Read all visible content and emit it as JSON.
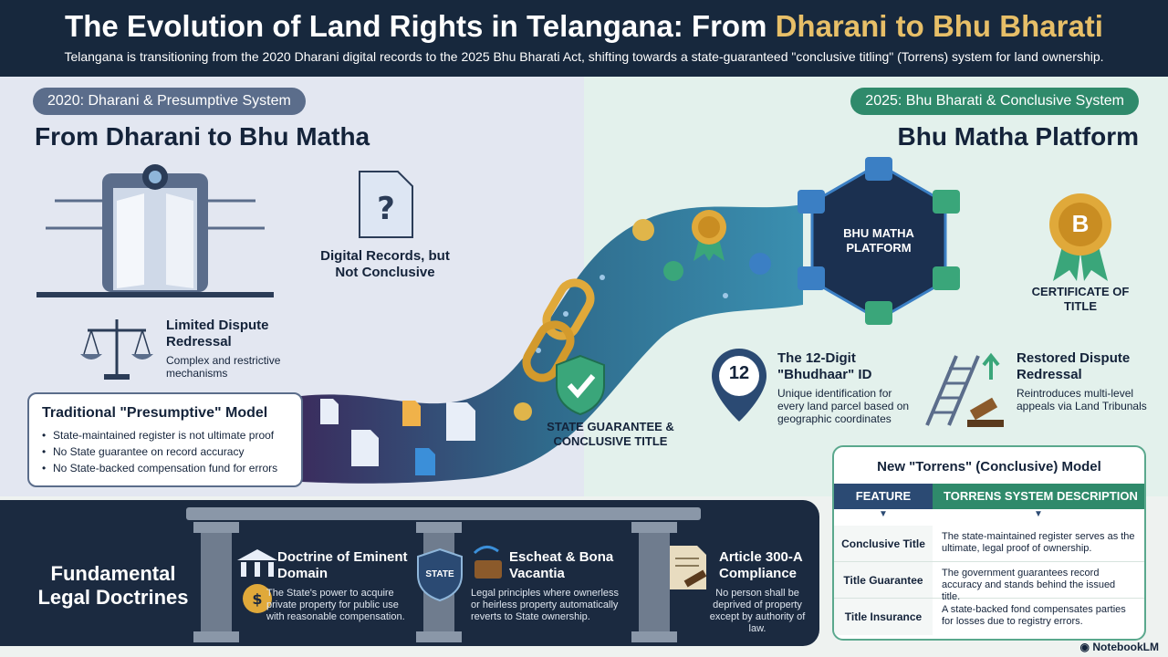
{
  "header": {
    "title_main": "The Evolution of Land Rights in Telangana: From ",
    "title_highlight": "Dharani to Bhu Bharati",
    "subtitle": "Telangana is transitioning from the 2020 Dharani digital records to the 2025 Bhu Bharati Act, shifting towards a state-guaranteed \"conclusive titling\" (Torrens) system for land ownership."
  },
  "left": {
    "pill": "2020: Dharani & Presumptive System",
    "heading": "From Dharani to Bhu Matha",
    "digital_records": "Digital Records, but Not Conclusive",
    "dispute_title": "Limited Dispute Redressal",
    "dispute_body": "Complex and restrictive mechanisms",
    "presumptive": {
      "title": "Traditional \"Presumptive\" Model",
      "items": [
        "State-maintained register is not ultimate proof",
        "No State guarantee on record accuracy",
        "No State-backed compensation fund for errors"
      ]
    }
  },
  "center": {
    "guarantee_label": "STATE GUARANTEE & CONCLUSIVE TITLE"
  },
  "right": {
    "pill": "2025: Bhu Bharati & Conclusive System",
    "heading": "Bhu Matha Platform",
    "hub_label": "BHU MATHA PLATFORM",
    "certificate_label": "CERTIFICATE OF TITLE",
    "certificate_letter": "B",
    "id_number": "12",
    "id_title": "The 12-Digit \"Bhudhaar\" ID",
    "id_body": "Unique identification for every land parcel based on geographic coordinates",
    "restored_title": "Restored Dispute Redressal",
    "restored_body": "Reintroduces multi-level appeals via Land Tribunals"
  },
  "torrens": {
    "title": "New \"Torrens\" (Conclusive) Model",
    "col_feature": "FEATURE",
    "col_description": "TORRENS SYSTEM DESCRIPTION",
    "rows": [
      {
        "feature": "Conclusive Title",
        "description": "The state-maintained register serves as the ultimate, legal proof of ownership."
      },
      {
        "feature": "Title Guarantee",
        "description": "The government guarantees record accuracy and stands behind the issued title."
      },
      {
        "feature": "Title Insurance",
        "description": "A state-backed fond compensates parties for losses due to registry errors."
      }
    ]
  },
  "doctrines": {
    "title": "Fundamental Legal Doctrines",
    "items": [
      {
        "title": "Doctrine of Eminent Domain",
        "body": "The State's power to acquire private property for public use with reasonable compensation."
      },
      {
        "title": "Escheat & Bona Vacantia",
        "body": "Legal principles where ownerless or heirless property automatically reverts to State ownership."
      },
      {
        "title": "Article 300-A Compliance",
        "body": "No person shall be deprived of property except by authority of law."
      }
    ],
    "state_shield_label": "STATE"
  },
  "footer": {
    "brand": "NotebookLM"
  },
  "colors": {
    "navy": "#17283d",
    "gold": "#e7bf68",
    "green": "#2f8a6b",
    "slate": "#5b6d8b"
  }
}
